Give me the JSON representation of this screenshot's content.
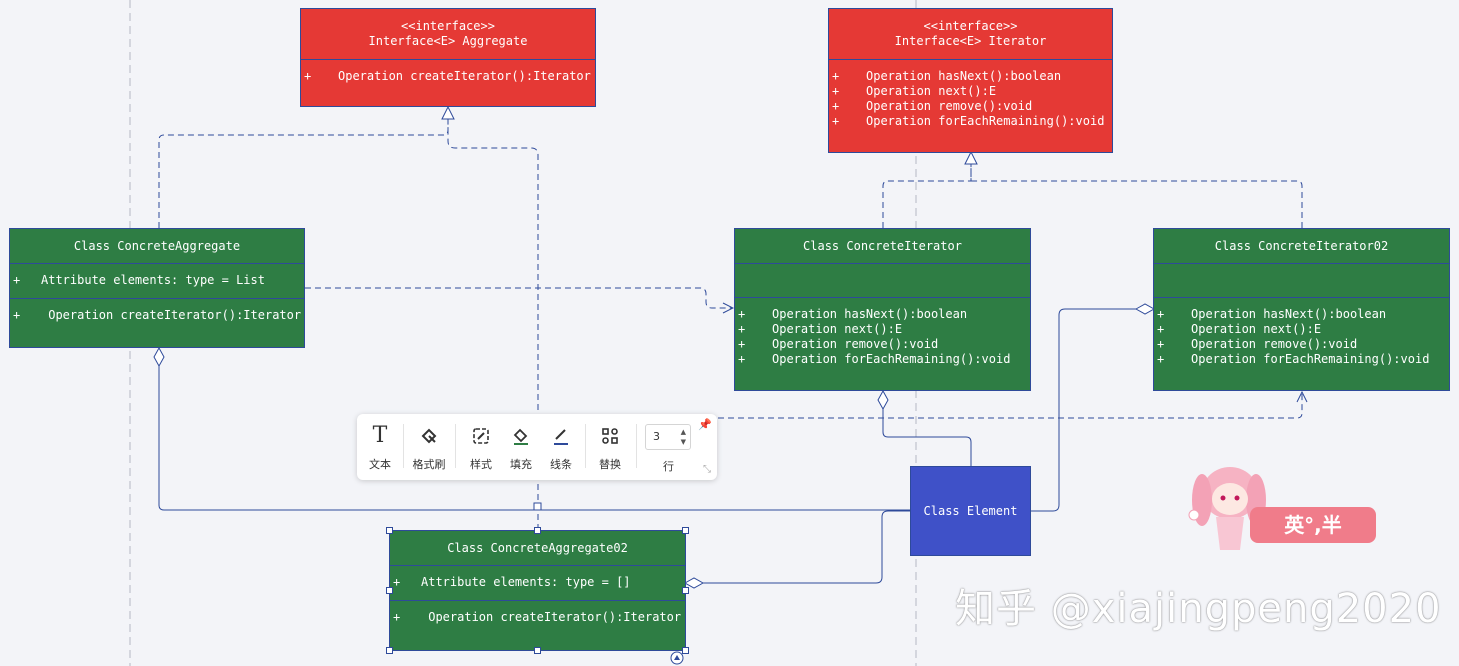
{
  "colors": {
    "interface": "#e53935",
    "class": "#2e7d44",
    "element": "#3f51c8",
    "line": "#2e4a9a"
  },
  "aggregate_interface": {
    "stereotype": "<<interface>>",
    "name": "Interface<E> Aggregate",
    "ops": [
      {
        "sign": "+",
        "text": "Operation createIterator():Iterator"
      }
    ]
  },
  "iterator_interface": {
    "stereotype": "<<interface>>",
    "name": "Interface<E> Iterator",
    "ops": [
      {
        "sign": "+",
        "text": "Operation hasNext():boolean"
      },
      {
        "sign": "+",
        "text": "Operation next():E"
      },
      {
        "sign": "+",
        "text": "Operation remove():void"
      },
      {
        "sign": "+",
        "text": "Operation forEachRemaining():void"
      }
    ]
  },
  "concrete_aggregate": {
    "name": "Class ConcreteAggregate",
    "attrs": [
      {
        "sign": "+",
        "text": "Attribute elements: type = List"
      }
    ],
    "ops": [
      {
        "sign": "+",
        "text": " Operation createIterator():Iterator"
      }
    ]
  },
  "concrete_aggregate02": {
    "name": "Class ConcreteAggregate02",
    "attrs": [
      {
        "sign": "+",
        "text": "Attribute elements: type = []"
      }
    ],
    "ops": [
      {
        "sign": "+",
        "text": " Operation createIterator():Iterator"
      }
    ]
  },
  "concrete_iterator": {
    "name": "Class ConcreteIterator",
    "ops": [
      {
        "sign": "+",
        "text": "Operation hasNext():boolean"
      },
      {
        "sign": "+",
        "text": "Operation next():E"
      },
      {
        "sign": "+",
        "text": "Operation remove():void"
      },
      {
        "sign": "+",
        "text": "Operation forEachRemaining():void"
      }
    ]
  },
  "concrete_iterator02": {
    "name": "Class ConcreteIterator02",
    "ops": [
      {
        "sign": "+",
        "text": "Operation hasNext():boolean"
      },
      {
        "sign": "+",
        "text": "Operation next():E"
      },
      {
        "sign": "+",
        "text": "Operation remove():void"
      },
      {
        "sign": "+",
        "text": "Operation forEachRemaining():void"
      }
    ]
  },
  "element": {
    "name": "Class Element"
  },
  "toolbar": {
    "text_label": "文本",
    "format_label": "格式刷",
    "style_label": "样式",
    "fill_label": "填充",
    "line_label": "线条",
    "replace_label": "替换",
    "row_value": "3",
    "row_label": "行"
  },
  "watermark": "知乎 @xiajingpeng2020",
  "ime_badge": "英°,半"
}
